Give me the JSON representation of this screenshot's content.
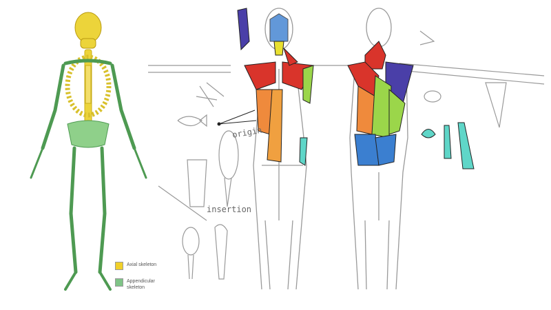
{
  "legend": {
    "items": [
      {
        "label": "Axial skeleton",
        "color": "#f1d02a"
      },
      {
        "label": "Appendicular skeleton",
        "color": "#7fc487"
      }
    ]
  },
  "annotations": {
    "origin": "origin",
    "insertion": "insertion"
  },
  "colors": {
    "axial": "#e8d23a",
    "appendicular": "#8fd08a",
    "sketch": "#999999",
    "red": "#d9342b",
    "orange": "#ef8a3c",
    "green": "#9bd64a",
    "blue": "#3b7fd0",
    "teal": "#5fd6c8",
    "purple": "#4a3fa8"
  }
}
